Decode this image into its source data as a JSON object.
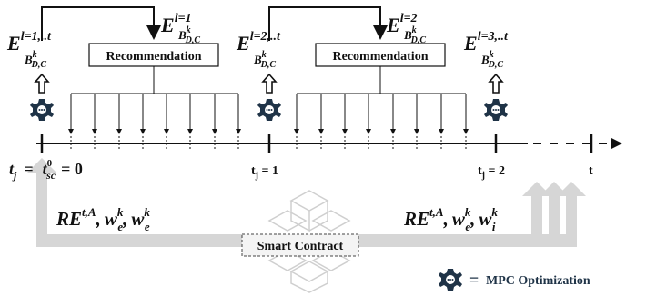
{
  "energy_labels": {
    "e1": {
      "base": "E",
      "sup": "l=1,..t",
      "sub": "B",
      "sub_sup": "k",
      "sub_sub": "D,C"
    },
    "e2": {
      "base": "E",
      "sup": "l=1",
      "sub": "B",
      "sub_sup": "k",
      "sub_sub": "D,C"
    },
    "e3": {
      "base": "E",
      "sup": "l=2,..t",
      "sub": "B",
      "sub_sup": "k",
      "sub_sub": "D,C"
    },
    "e4": {
      "base": "E",
      "sup": "l=2",
      "sub": "B",
      "sub_sup": "k",
      "sub_sub": "D,C"
    },
    "e5": {
      "base": "E",
      "sup": "l=3,..t",
      "sub": "B",
      "sub_sup": "k",
      "sub_sub": "D,C"
    }
  },
  "recommendation": {
    "label1": "Recommendation",
    "label2": "Recommendation"
  },
  "timeline": {
    "t0_left": "t",
    "t0_left_sub": "j",
    "t0_eq": "=",
    "t0_mid": "t",
    "t0_mid_sup": "0",
    "t0_mid_sub": "sc",
    "t0_right": "= 0",
    "t1": "t",
    "t1_sub": "j",
    "t1_val": " = 1",
    "t2": "t",
    "t2_sub": "j",
    "t2_val": " = 2",
    "tend": "t"
  },
  "bottom": {
    "left_re": "RE",
    "left_re_sup": "t,A",
    "left_w1": "w",
    "left_w1_sup": "k",
    "left_w1_sub": "e",
    "left_w2": "w",
    "left_w2_sup": "k",
    "left_w2_sub": "e",
    "right_re": "RE",
    "right_re_sup": "t,A",
    "right_w1": "w",
    "right_w1_sup": "k",
    "right_w1_sub": "e",
    "right_w2": "w",
    "right_w2_sup": "k",
    "right_w2_sub": "i",
    "comma": ","
  },
  "smart_contract": "Smart Contract",
  "legend": {
    "eq": "=",
    "label": "MPC Optimization"
  },
  "icons": {
    "gear": "gear-icon",
    "up_arrow": "up-arrow-icon",
    "blockchain": "blockchain-cubes-icon"
  },
  "colors": {
    "black": "#111111",
    "gray_arrow": "#d6d6d6",
    "gear": "#1f3347",
    "cube": "#cfcfcf"
  }
}
